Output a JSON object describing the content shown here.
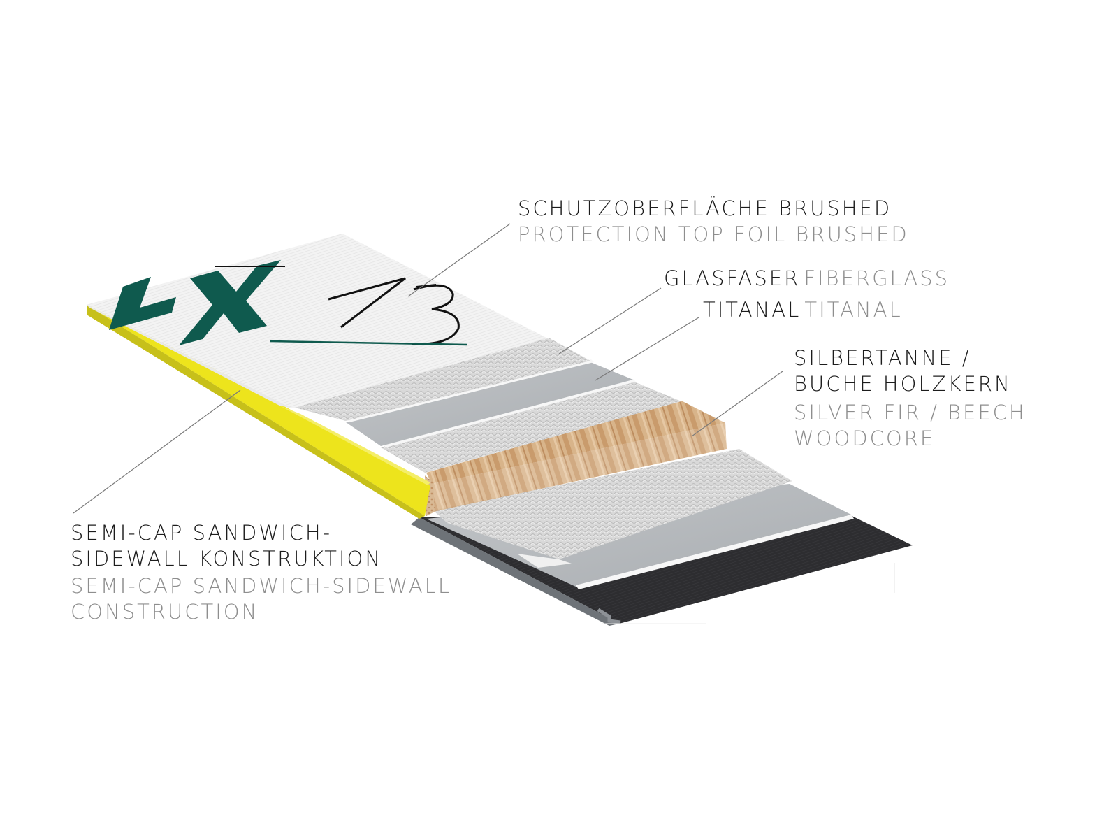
{
  "logo_text": "LX73",
  "colors": {
    "top_sheet": "#f4f4f4",
    "logo_green": "#0f5a4e",
    "sidewall_yellow": "#ece41c",
    "fiberglass": "#d8d8d8",
    "titanal": "#b9bcbf",
    "woodcore": "#d7b48c",
    "base": "#2c2c2e",
    "steel_edge": "#8d9196",
    "german_text": "#1c1c1c",
    "english_text": "#8e8e8e",
    "leader_line": "#7a7a7a"
  },
  "labels": {
    "top_foil": {
      "german": "SCHUTZOBERFLÄCHE BRUSHED",
      "english": "PROTECTION TOP FOIL BRUSHED"
    },
    "fiberglass": {
      "german": "GLASFASER",
      "english": "FIBERGLASS"
    },
    "titanal": {
      "german": "TITANAL",
      "english": "TITANAL"
    },
    "woodcore": {
      "german_line1": "SILBERTANNE /",
      "german_line2": "BUCHE HOLZKERN",
      "english_line1": "SILVER FIR / BEECH",
      "english_line2": "WOODCORE"
    },
    "sidewall": {
      "german_line1": "SEMI-CAP SANDWICH-",
      "german_line2": "SIDEWALL KONSTRUKTION",
      "english_line1": "SEMI-CAP SANDWICH-SIDEWALL",
      "english_line2": "CONSTRUCTION"
    }
  }
}
